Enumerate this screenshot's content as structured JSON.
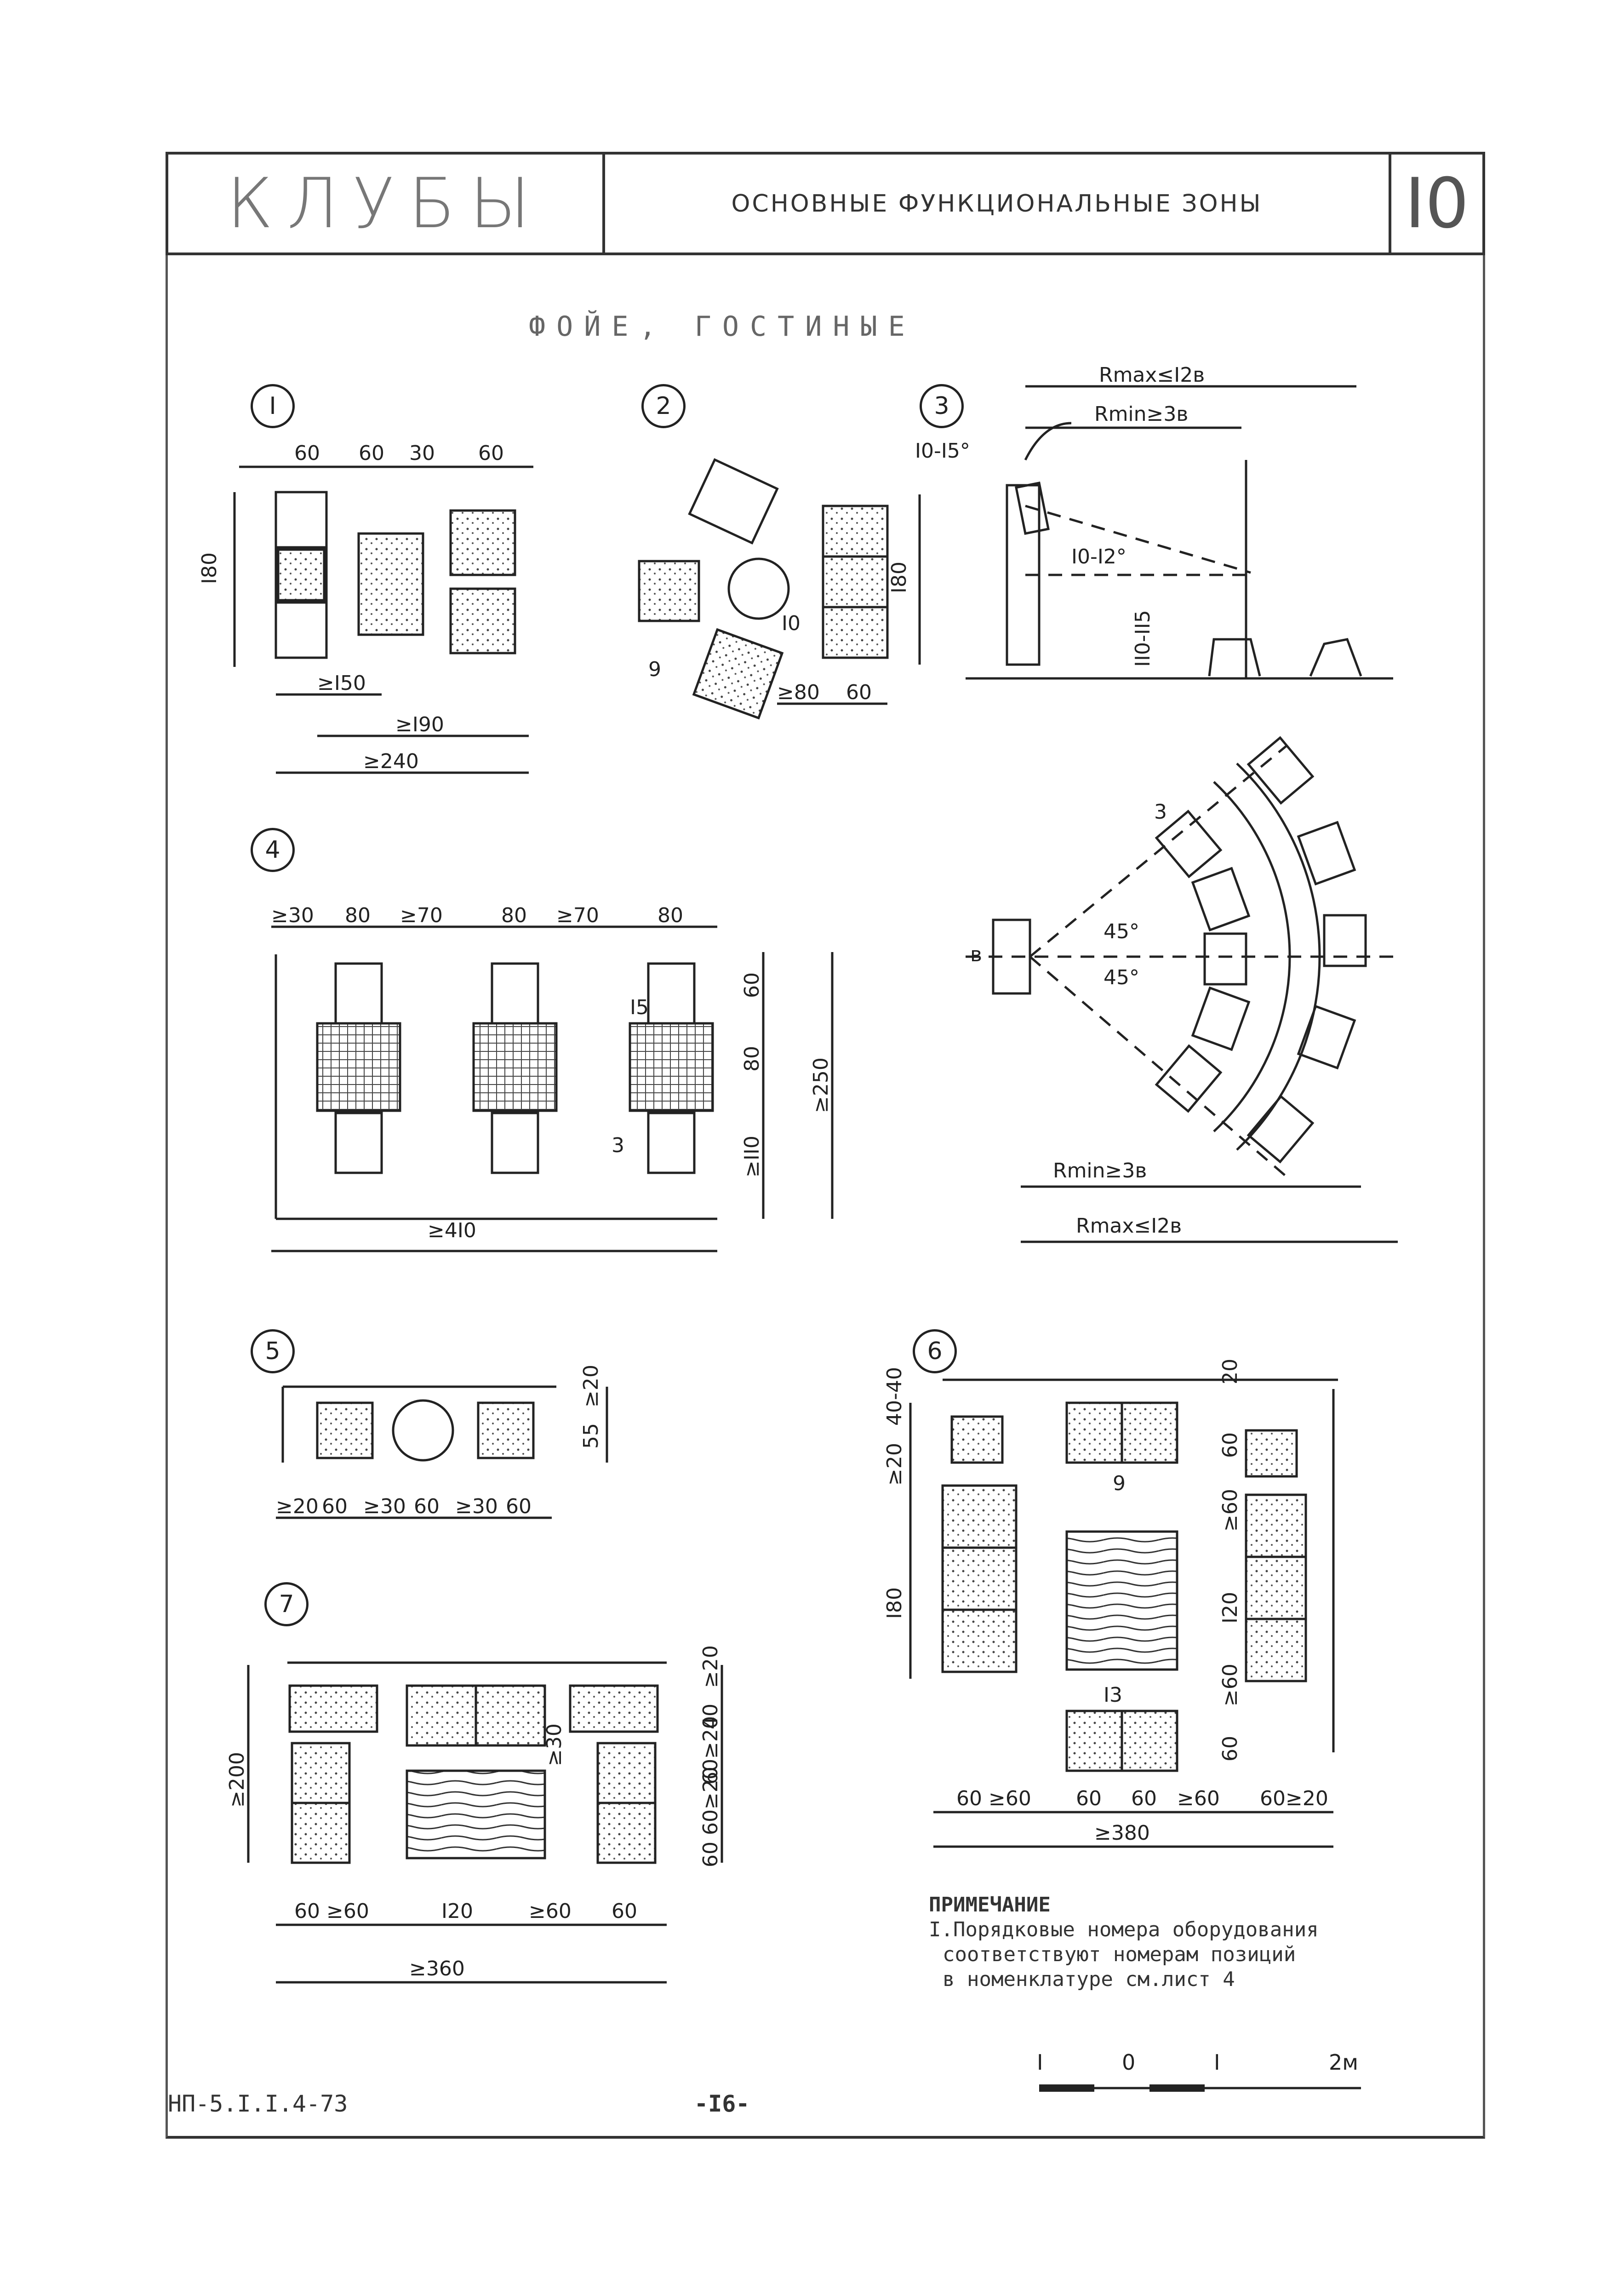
{
  "header": {
    "title": "КЛУБЫ",
    "subtitle": "ОСНОВНЫЕ ФУНКЦИОНАЛЬНЫЕ ЗОНЫ",
    "sheet": "I0"
  },
  "section_title": "ФОЙЕ, ГОСТИНЫЕ",
  "diagrams": {
    "d1": {
      "num": "I",
      "dims": [
        "60",
        "60",
        "30",
        "60",
        "I80",
        "≥I50",
        "≥I90",
        "≥240"
      ]
    },
    "d2": {
      "num": "2",
      "dims": [
        "I0",
        "9",
        "I80",
        "≥80",
        "60"
      ]
    },
    "d3": {
      "num": "3",
      "dims": [
        "Rmax≤I2в",
        "Rmin≥3в",
        "I0-I5°",
        "I0-I2°",
        "II0-II5"
      ]
    },
    "d4": {
      "num": "4",
      "dims": [
        "≥30",
        "80",
        "≥70",
        "80",
        "≥70",
        "80",
        "60",
        "80",
        "≥II0",
        "≥250",
        "I5",
        "3",
        "≥4I0"
      ]
    },
    "d4b": {
      "dims": [
        "3",
        "45°",
        "45°",
        "в",
        "Rmin≥3в",
        "Rmax≤I2в"
      ]
    },
    "d5": {
      "num": "5",
      "dims": [
        "55",
        "≥20",
        "≥20",
        "60",
        "≥30",
        "60",
        "≥30",
        "60"
      ]
    },
    "d6": {
      "num": "6",
      "dims": [
        "≥20",
        "40-40",
        "I80",
        "9",
        "I3",
        "20",
        "60",
        "≥60",
        "I20",
        "≥60",
        "60",
        "60 ≥60",
        "60",
        "60",
        "≥60",
        "60≥20",
        "≥380"
      ]
    },
    "d7": {
      "num": "7",
      "dims": [
        "≥200",
        "≥30",
        "≥20",
        "60≥20",
        "40",
        "60≥20",
        "60",
        "60 ≥60",
        "I20",
        "≥60",
        "60",
        "≥360"
      ]
    }
  },
  "note": {
    "title": "ПРИМЕЧАНИЕ",
    "line1": "I.Порядковые номера оборудования",
    "line2": "соответствуют номерам позиций",
    "line3": "в номенклатуре см.лист 4"
  },
  "scale": {
    "labels": [
      "I",
      "0",
      "I",
      "2м"
    ]
  },
  "footer": {
    "code": "НП-5.I.I.4-73",
    "page": "-I6-"
  }
}
